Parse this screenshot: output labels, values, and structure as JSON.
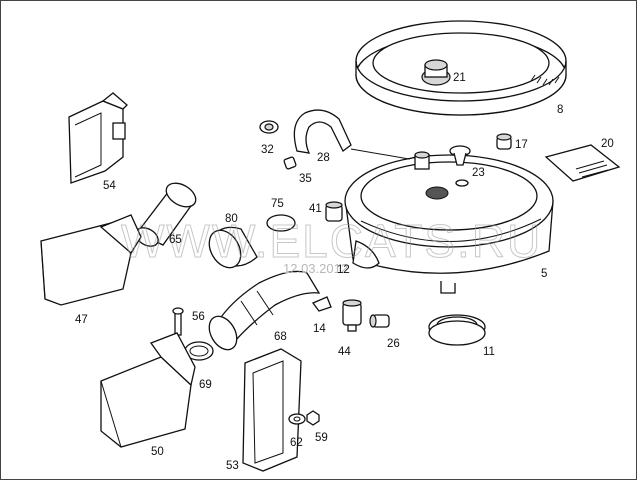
{
  "diagram": {
    "watermark": "WWW.ELCATS.RU",
    "watermark_date": "12.03.2012",
    "labels": [
      "21",
      "8",
      "17",
      "20",
      "32",
      "28",
      "23",
      "35",
      "54",
      "75",
      "41",
      "80",
      "65",
      "5",
      "12",
      "56",
      "14",
      "68",
      "47",
      "44",
      "26",
      "11",
      "69",
      "50",
      "62",
      "59",
      "53"
    ]
  }
}
